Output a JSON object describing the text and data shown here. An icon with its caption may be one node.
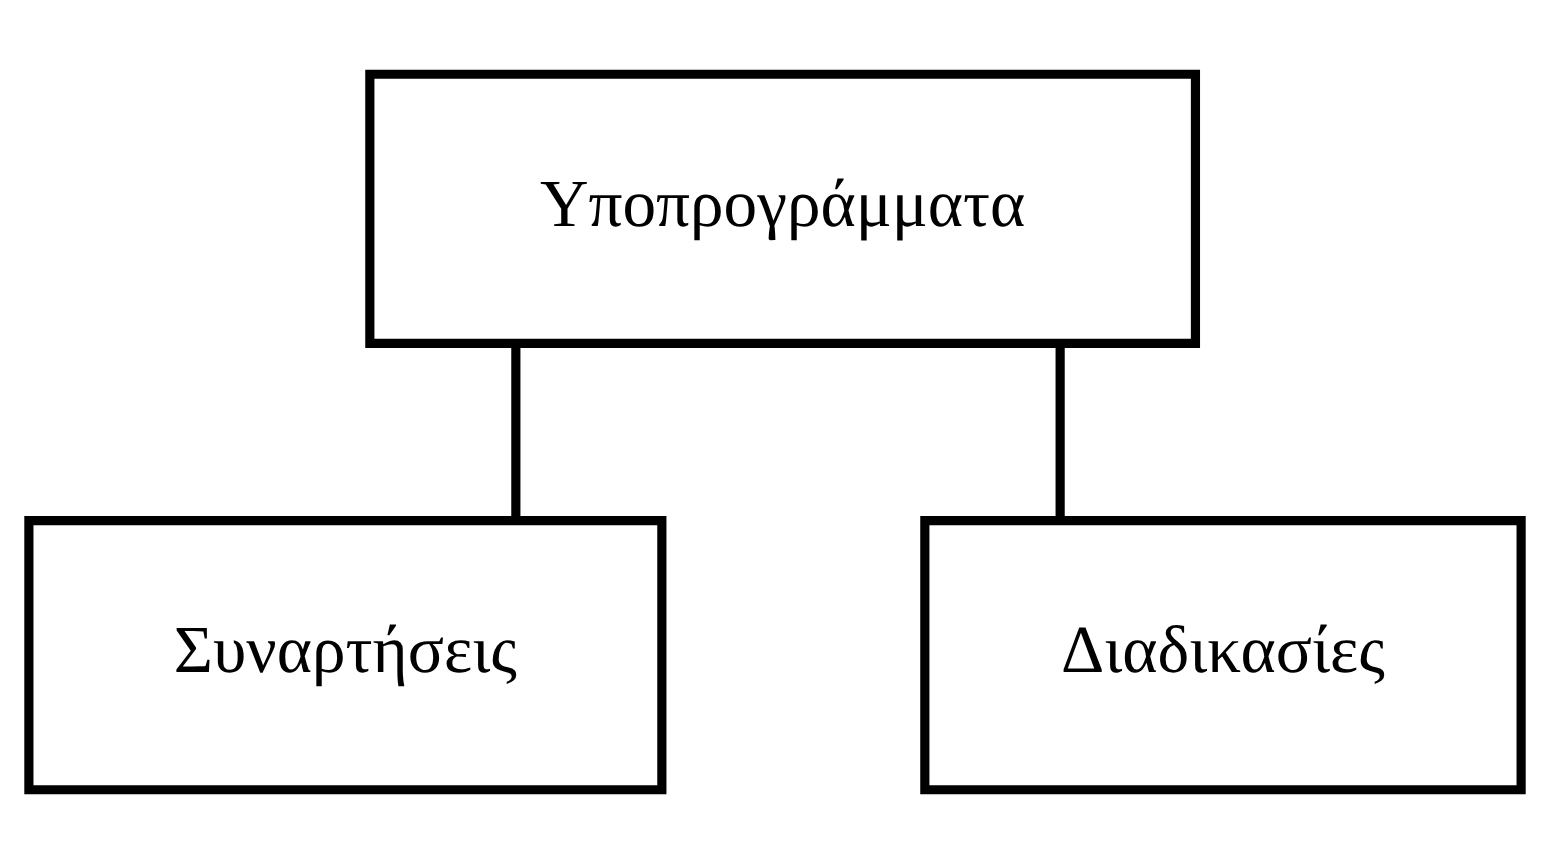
{
  "diagram": {
    "nodes": [
      {
        "text": [
          "Υποπρογράμματα"
        ]
      },
      {
        "text": [
          "Συναρτήσεις"
        ]
      },
      {
        "text": [
          "Διαδικασίες"
        ]
      }
    ],
    "edges": [
      {
        "from": 0,
        "to": 1,
        "arrow": "none"
      },
      {
        "from": 0,
        "to": 2,
        "arrow": "none"
      }
    ]
  }
}
